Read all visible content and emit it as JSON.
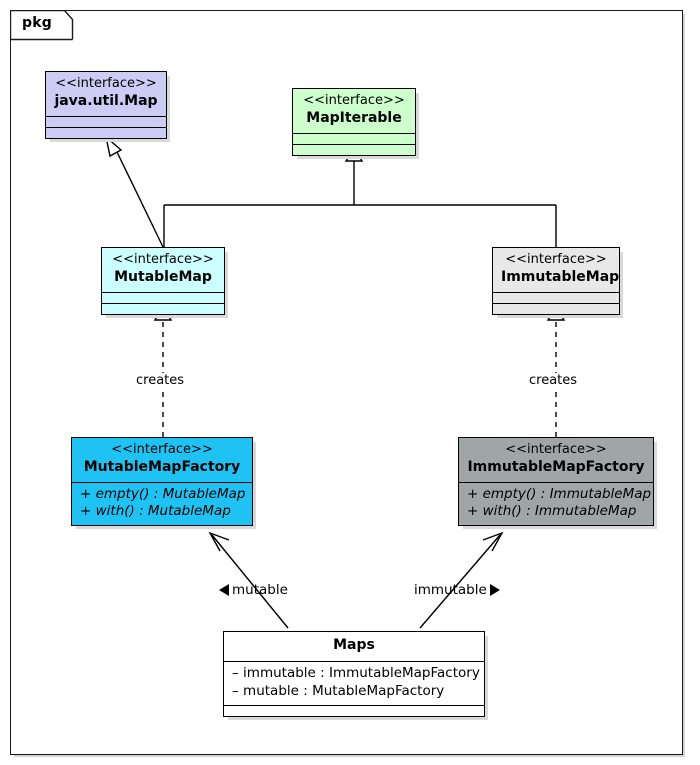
{
  "diagram": {
    "kind": "uml-class-diagram",
    "frame_label": "pkg",
    "background": "#ffffff"
  },
  "classes": [
    {
      "id": "java-util-map",
      "stereotype": "<<interface>>",
      "name": "java.util.Map",
      "fill": "#ccccf5",
      "members": [],
      "empty_compartments": 2
    },
    {
      "id": "map-iterable",
      "stereotype": "<<interface>>",
      "name": "MapIterable",
      "fill": "#ccffcc",
      "members": [],
      "empty_compartments": 2
    },
    {
      "id": "mutable-map",
      "stereotype": "<<interface>>",
      "name": "MutableMap",
      "fill": "#ccffff",
      "members": [],
      "empty_compartments": 2
    },
    {
      "id": "immutable-map",
      "stereotype": "<<interface>>",
      "name": "ImmutableMap",
      "fill": "#e8e8e8",
      "members": [],
      "empty_compartments": 2
    },
    {
      "id": "mutable-map-factory",
      "stereotype": "<<interface>>",
      "name": "MutableMapFactory",
      "fill": "#1fc3f3",
      "members": [
        "+ empty() : MutableMap",
        "+ with() : MutableMap"
      ],
      "empty_compartments": 0
    },
    {
      "id": "immutable-map-factory",
      "stereotype": "<<interface>>",
      "name": "ImmutableMapFactory",
      "fill": "#a0a6a6",
      "members": [
        "+ empty() : ImmutableMap",
        "+ with() : ImmutableMap"
      ],
      "empty_compartments": 0
    },
    {
      "id": "maps",
      "stereotype": "",
      "name": "Maps",
      "fill": "#ffffff",
      "members": [
        "– immutable : ImmutableMapFactory",
        "– mutable : MutableMapFactory"
      ],
      "empty_compartments": 1
    }
  ],
  "edges": [
    {
      "id": "mutablemap-extends-javautilmap",
      "from": "mutable-map",
      "to": "java-util-map",
      "type": "generalization",
      "style": "solid",
      "arrow": "hollow-triangle",
      "label": ""
    },
    {
      "id": "mutablemap-extends-mapiterable",
      "from": "mutable-map",
      "to": "map-iterable",
      "type": "generalization",
      "style": "solid",
      "arrow": "hollow-triangle",
      "label": ""
    },
    {
      "id": "immutablemap-extends-mapiterable",
      "from": "immutable-map",
      "to": "map-iterable",
      "type": "generalization",
      "style": "solid",
      "arrow": "hollow-triangle",
      "label": ""
    },
    {
      "id": "mutablemapfactory-creates-mutablemap",
      "from": "mutable-map-factory",
      "to": "mutable-map",
      "type": "dependency",
      "style": "dashed",
      "arrow": "hollow-triangle",
      "label": "creates"
    },
    {
      "id": "immutablemapfactory-creates-immutablemap",
      "from": "immutable-map-factory",
      "to": "immutable-map",
      "type": "dependency",
      "style": "dashed",
      "arrow": "hollow-triangle",
      "label": "creates"
    },
    {
      "id": "maps-mutable-assoc",
      "from": "maps",
      "to": "mutable-map-factory",
      "type": "association",
      "style": "solid",
      "arrow": "open",
      "label": "mutable",
      "direction_marker": "left-triangle"
    },
    {
      "id": "maps-immutable-assoc",
      "from": "maps",
      "to": "immutable-map-factory",
      "type": "association",
      "style": "solid",
      "arrow": "open",
      "label": "immutable",
      "direction_marker": "right-triangle"
    }
  ],
  "edge_labels": {
    "creates_left": "creates",
    "creates_right": "creates",
    "mutable": "mutable",
    "immutable": "immutable"
  }
}
